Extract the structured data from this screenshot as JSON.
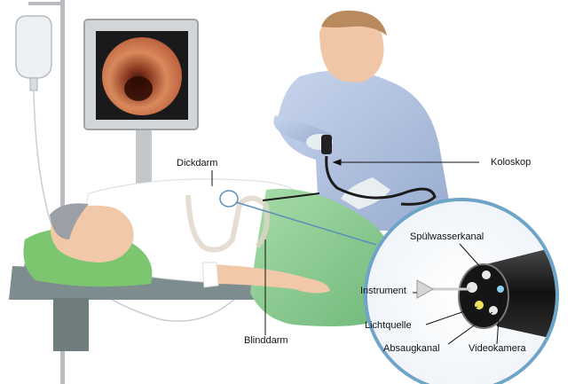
{
  "labels": {
    "dickdarm": "Dickdarm",
    "blinddarm": "Blinddarm",
    "koloskop": "Koloskop",
    "spuelwasserkanal": "Spülwasserkanal",
    "instrument": "Instrument",
    "lichtquelle": "Lichtquelle",
    "absaugkanal": "Absaugkanal",
    "videokamera": "Videokamera"
  },
  "colors": {
    "gown": "#aebfdd",
    "sheet": "#8fcf95",
    "pillow": "#7cc66f",
    "skin": "#f1c9a8",
    "table": "#7d8c8e",
    "callout_ring": "#6ea4c8",
    "scope": "#1c1c1c"
  },
  "icons": [
    "iv-bag-icon",
    "monitor-icon",
    "colonoscope-icon",
    "scope-tip-detail-icon"
  ]
}
